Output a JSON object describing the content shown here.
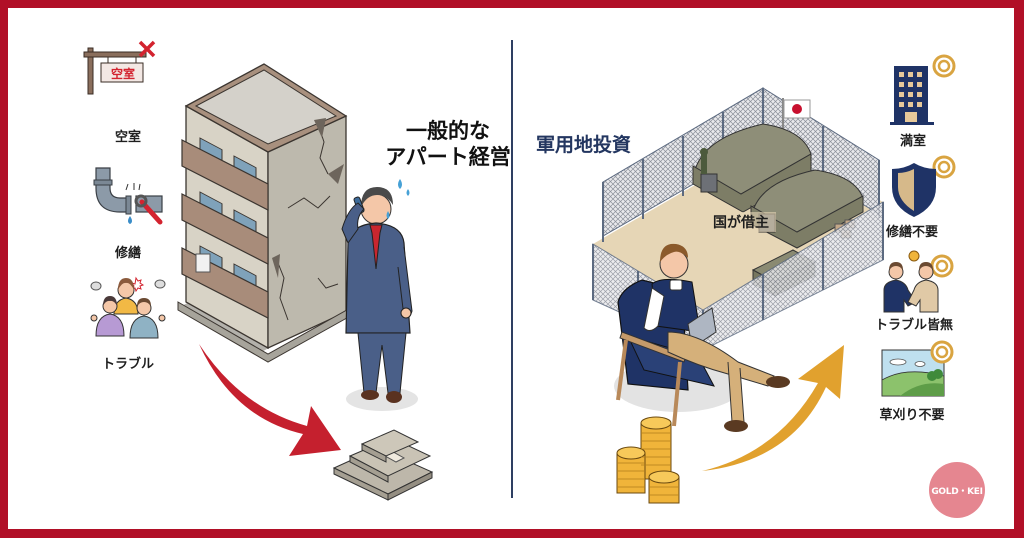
{
  "colors": {
    "border": "#b10f27",
    "background": "#ffffff",
    "divider": "#2e3f62",
    "title_right": "#233660",
    "negative_arrow": "#c5202e",
    "positive_arrow": "#e1a12e",
    "badge": "#e58690",
    "gold_ring": "#d9a441",
    "navy": "#1f3366"
  },
  "left_panel": {
    "title_line1": "一般的な",
    "title_line2": "アパート経営",
    "issues": [
      {
        "icon": "vacancy-sign-icon",
        "sign_text": "空室",
        "label": "空室"
      },
      {
        "icon": "broken-pipe-icon",
        "label": "修繕"
      },
      {
        "icon": "angry-residents-icon",
        "label": "トラブル"
      }
    ],
    "illustrations": [
      "cracked-apartment-building",
      "stressed-businessman-on-phone",
      "red-downward-arrow",
      "money-stack"
    ]
  },
  "right_panel": {
    "title": "軍用地投資",
    "center_label": "国が借主",
    "benefits": [
      {
        "icon": "office-building-icon",
        "mark": "◎",
        "label": "満室"
      },
      {
        "icon": "shield-icon",
        "mark": "◎",
        "label": "修繕不要"
      },
      {
        "icon": "handshake-icon",
        "mark": "◎",
        "label": "トラブル皆無"
      },
      {
        "icon": "landscape-icon",
        "mark": "◎",
        "label": "草刈り不要"
      }
    ],
    "illustrations": [
      "fenced-military-base",
      "japan-flag",
      "relaxed-investor-in-armchair",
      "gold-coin-stacks",
      "gold-upward-arrow"
    ]
  },
  "watermark": {
    "text": "GOLD・KEI"
  }
}
